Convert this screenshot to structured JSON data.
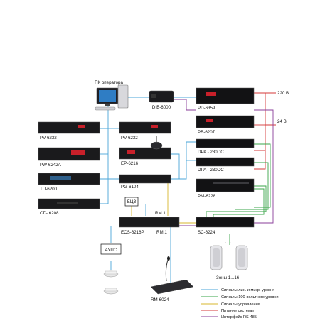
{
  "devices": {
    "pc_operator": "ПК оператора",
    "dib6000": "DIB-6000",
    "pd6359": "PD-6359",
    "pb6207": "PB-6207",
    "pv6232_left": "PV-6232",
    "pv6232_mid": "PV-6232",
    "pw6242a": "PW-6242A",
    "ep6216": "EP-6216",
    "dpa230dc_1": "DPA - 230DC",
    "dpa230dc_2": "DPA - 230DC",
    "tu6200": "TU-6200",
    "pg6104": "PG-6104",
    "pm6228": "PM-6228",
    "cd6208": "CD- 6208",
    "bcz": "БЦЗ",
    "rm1_top": "RM 1",
    "rm1_bottom": "RM 1",
    "ecs6216p": "ECS-6216P",
    "sc6224": "SC-6224",
    "aups": "АУПС",
    "rm6024": "RM-6024",
    "zones": "Зоны 1...16"
  },
  "power": {
    "v220": "220 В",
    "v24": "24 В"
  },
  "legend": [
    {
      "label": "Сигналы лин. и микр. уровня",
      "color": "#4aa6d8"
    },
    {
      "label": "Сигналы 100-вольтного уровня",
      "color": "#3aa64a"
    },
    {
      "label": "Сигналы управления",
      "color": "#d7b72c"
    },
    {
      "label": "Питание системы",
      "color": "#d63a3a"
    },
    {
      "label": "Интерфейс RS-485",
      "color": "#8a3d9a"
    }
  ]
}
